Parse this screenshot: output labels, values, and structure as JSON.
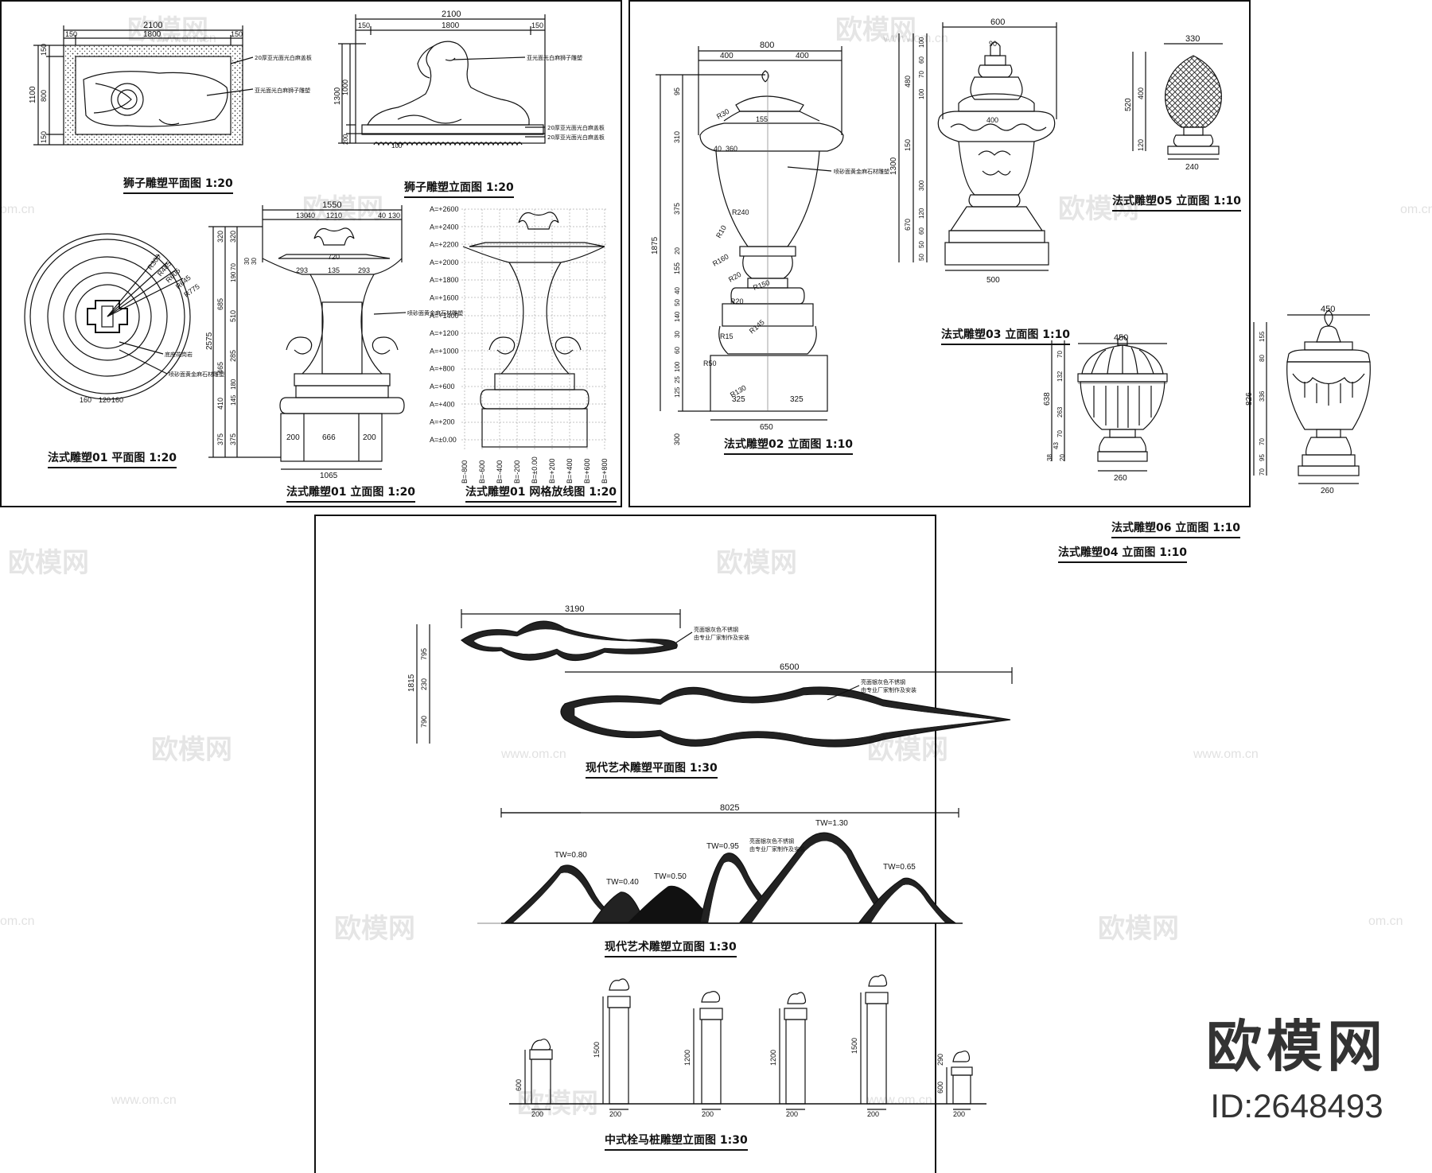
{
  "captions": {
    "lion_plan": "狮子雕塑平面图 1:20",
    "lion_elev": "狮子雕塑立面图 1:20",
    "f01_plan": "法式雕塑01 平面图 1:20",
    "f01_elev": "法式雕塑01 立面图 1:20",
    "f01_grid": "法式雕塑01 网格放线图 1:20",
    "f02_elev": "法式雕塑02 立面图 1:10",
    "f03_elev": "法式雕塑03 立面图 1:10",
    "f04_elev": "法式雕塑04 立面图 1:10",
    "f05_elev": "法式雕塑05 立面图 1:10",
    "f06_elev": "法式雕塑06 立面图 1:10",
    "modern_plan": "现代艺术雕塑平面图 1:30",
    "modern_elev": "现代艺术雕塑立面图 1:30",
    "post_elev": "中式栓马桩雕塑立面图 1:30"
  },
  "dims": {
    "lion_plan_w": "2100",
    "lion_plan_150a": "150",
    "lion_plan_1800": "1800",
    "lion_plan_150b": "150",
    "lion_plan_h1100": "1100",
    "lion_plan_h150a": "150",
    "lion_plan_h800": "800",
    "lion_plan_h150b": "150",
    "lion_elev_w": "2100",
    "lion_elev_150a": "150",
    "lion_elev_1800": "1800",
    "lion_elev_150b": "150",
    "lion_elev_h1300": "1300",
    "lion_elev_h1000": "1000",
    "lion_elev_h100": "100",
    "lion_elev_h200": "200",
    "f01_w1550": "1550",
    "f01_40a": "40",
    "f01_130a": "130",
    "f01_1210": "1210",
    "f01_40b": "40",
    "f01_130b": "130",
    "f01_720": "720",
    "f01_293a": "293",
    "f01_135": "135",
    "f01_293b": "293",
    "f01_h2575": "2575",
    "f01_h320a": "320",
    "f01_h320b": "320",
    "f01_h685": "685",
    "f01_h465": "465",
    "f01_h410": "410",
    "f01_h375a": "375",
    "f01_h375b": "375",
    "f01_h190": "190",
    "f01_h510": "510",
    "f01_h285": "285",
    "f01_h180": "180",
    "f01_h145": "145",
    "f01_h65": "65",
    "f01_h70": "70",
    "f01_h30a": "30",
    "f01_h30b": "30",
    "f01_b200a": "200",
    "f01_b666": "666",
    "f01_b200b": "200",
    "f01_b1065": "1065",
    "f01_plan_160a": "160",
    "f01_plan_120": "120",
    "f01_plan_160b": "160",
    "f02_w800": "800",
    "f02_400a": "400",
    "f02_400b": "400",
    "f02_650": "650",
    "f02_325a": "325",
    "f02_325b": "325",
    "f02_h1875": "1875",
    "f02_h95": "95",
    "f02_h310": "310",
    "f02_h375": "375",
    "f02_h20": "20",
    "f02_h155": "155",
    "f02_h40": "40",
    "f02_h50": "50",
    "f02_h140": "140",
    "f02_h60": "60",
    "f02_h100": "100",
    "f02_h25": "25",
    "f02_h125": "125",
    "f02_h300": "300",
    "f02_h30": "30",
    "f02_155": "155",
    "f02_360": "360",
    "f02_40": "40",
    "f03_w600": "600",
    "f03_90": "90",
    "f03_400": "400",
    "f03_500": "500",
    "f03_h1300": "1300",
    "f03_h480": "480",
    "f03_h150": "150",
    "f03_h670": "670",
    "f03_h100a": "100",
    "f03_h60a": "60",
    "f03_h70": "70",
    "f03_h100b": "100",
    "f03_h300": "300",
    "f03_h120": "120",
    "f03_h60b": "60",
    "f03_h50a": "50",
    "f03_h50b": "50",
    "f04_w450": "450",
    "f04_260": "260",
    "f04_h638": "638",
    "f04_h70": "70",
    "f04_h132": "132",
    "f04_h263": "263",
    "f04_h70b": "70",
    "f04_h43": "43",
    "f04_h38": "38",
    "f04_h20": "20",
    "f05_w330": "330",
    "f05_240": "240",
    "f05_h520": "520",
    "f05_h400": "400",
    "f05_h120": "120",
    "f06_w450": "450",
    "f06_260": "260",
    "f06_h826": "826",
    "f06_h155": "155",
    "f06_h80": "80",
    "f06_h336": "336",
    "f06_h70a": "70",
    "f06_h95": "95",
    "f06_h70b": "70",
    "m_3190": "3190",
    "m_6500": "6500",
    "m_1815": "1815",
    "m_795": "795",
    "m_230": "230",
    "m_790": "790",
    "m_8025": "8025",
    "tw080": "TW=0.80",
    "tw040": "TW=0.40",
    "tw050": "TW=0.50",
    "tw095": "TW=0.95",
    "tw130": "TW=1.30",
    "tw065": "TW=0.65",
    "post_600a": "600",
    "post_1500a": "1500",
    "post_1200a": "1200",
    "post_1200b": "1200",
    "post_1500b": "1500",
    "post_600b": "600",
    "post_290": "290",
    "post_200": "200"
  },
  "radii": {
    "r300": "R300",
    "r485": "R485",
    "r605": "R605",
    "r645": "R645",
    "r775": "R775",
    "r30": "R30",
    "r240": "R240",
    "r10": "R10",
    "r160": "R160",
    "r20a": "R20",
    "r150": "R150",
    "r20b": "R20",
    "r145": "R145",
    "r15": "R15",
    "r50": "R50",
    "r130": "R130"
  },
  "grid_labels": {
    "a_levels": [
      "A=+2600",
      "A=+2400",
      "A=+2200",
      "A=+2000",
      "A=+1800",
      "A=+1600",
      "A=+1400",
      "A=+1200",
      "A=+1000",
      "A=+800",
      "A=+600",
      "A=+400",
      "A=+200",
      "A=±0.00"
    ],
    "b_levels": [
      "B=-800",
      "B=-600",
      "B=-400",
      "B=-200",
      "B=±0.00",
      "B=+200",
      "B=+400",
      "B=+600",
      "B=+800"
    ]
  },
  "notes": {
    "lion_plan_1": "20厚亚光面光白麻盖板",
    "lion_plan_2": "亚光面光白麻狮子雕塑",
    "lion_elev_1": "亚光面光白麻狮子雕塑",
    "lion_elev_2": "20厚亚光面光白麻盖板",
    "lion_elev_3": "20厚亚光面光白麻盖板",
    "f01_note": "喷砂面黄金麻石材雕塑",
    "f01_plan_1": "底座花岗岩",
    "f01_plan_2": "喷砂面黄金麻石材雕塑",
    "f02_note": "喷砂面黄金麻石材雕塑",
    "m_note1a": "亮面银灰色不锈钢",
    "m_note1b": "由专业厂家制作及安装",
    "m_note2a": "亮面银灰色不锈钢",
    "m_note2b": "由专业厂家制作及安装",
    "m_note3a": "亮面银灰色不锈钢",
    "m_note3b": "由专业厂家制作及安装"
  },
  "watermark": {
    "brand": "欧模网",
    "url": "www.om.cn",
    "url_short": "om.cn"
  },
  "brand": {
    "title": "欧模网",
    "id": "ID:2648493"
  }
}
